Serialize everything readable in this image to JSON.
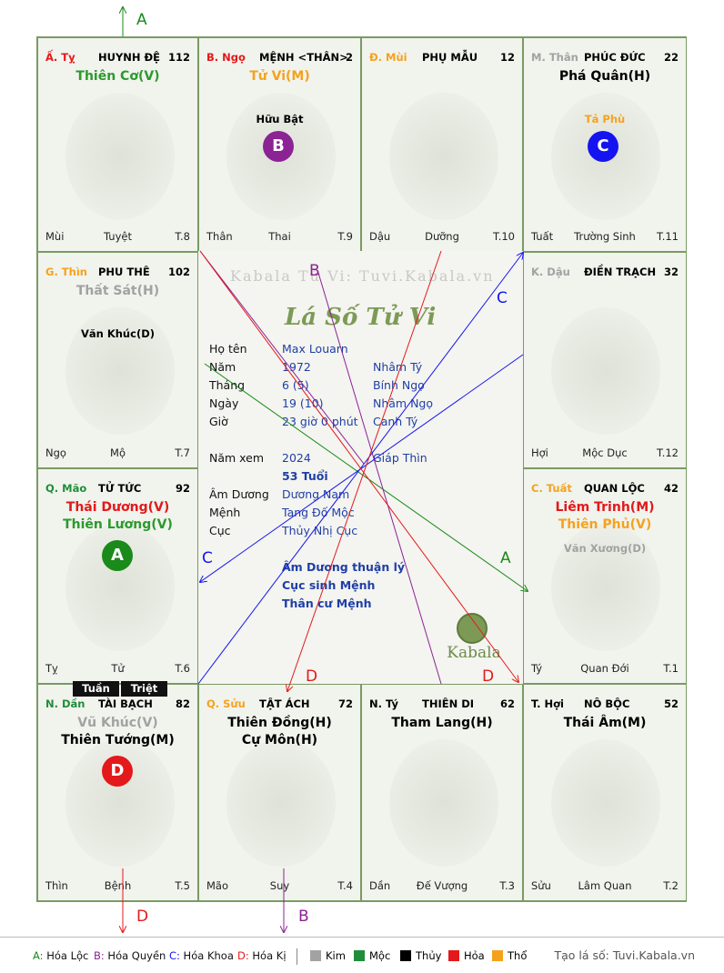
{
  "app": {
    "watermark": "Kabala Tử Vi: Tuvi.Kabala.vn",
    "title": "Lá Số Tử Vi",
    "logo_text": "Kabala"
  },
  "palace_colors": {
    "Ất Tỵ": "#e3191b",
    "Bính Ngọ": "#e3191b",
    "Đinh Mùi": "#f4a21e",
    "Mậu Thân": "#a2a2a2",
    "Giáp Thìn": "#f4a21e",
    "Kỷ Dậu": "#a2a2a2",
    "Quý Mão": "#1f8e3b",
    "Canh Tuất": "#f4a21e",
    "Nhâm Dần": "#1f8e3b",
    "Quý Sửu": "#f4a21e",
    "Nhâm Tý": "#000000",
    "Tân Hợi": "#000000"
  },
  "palaces": [
    {
      "id": "ty",
      "can": "Ấ. Tỵ",
      "can_color": "#e3191b",
      "palace": "HUYNH ĐỆ",
      "num": "112",
      "stars": [
        {
          "text": "Thiên Cơ(V)",
          "color": "#2b9a2d",
          "size": "major"
        }
      ],
      "minor": [],
      "badge": null,
      "bottom": {
        "branch": "Mùi",
        "state": "Tuyệt",
        "age": "T.8"
      }
    },
    {
      "id": "ngo",
      "can": "B. Ngọ",
      "can_color": "#e3191b",
      "palace": "MỆNH <THÂN>",
      "num": "2",
      "stars": [
        {
          "text": "Tử Vi(M)",
          "color": "#f4a21e",
          "size": "major"
        }
      ],
      "minor": [
        {
          "text": "Hữu Bật",
          "color": "#000"
        }
      ],
      "badge": {
        "letter": "B",
        "color": "#8b2394"
      },
      "bottom": {
        "branch": "Thân",
        "state": "Thai",
        "age": "T.9"
      }
    },
    {
      "id": "mui",
      "can": "Đ. Mùi",
      "can_color": "#f4a21e",
      "palace": "PHỤ MẪU",
      "num": "12",
      "stars": [],
      "minor": [],
      "badge": null,
      "bottom": {
        "branch": "Dậu",
        "state": "Dưỡng",
        "age": "T.10"
      }
    },
    {
      "id": "than",
      "can": "M. Thân",
      "can_color": "#a2a2a2",
      "palace": "PHÚC ĐỨC",
      "num": "22",
      "stars": [
        {
          "text": "Phá Quân(H)",
          "color": "#000",
          "size": "major"
        }
      ],
      "minor": [
        {
          "text": "Tả Phù",
          "color": "#f4a21e"
        }
      ],
      "badge": {
        "letter": "C",
        "color": "#1414f0"
      },
      "bottom": {
        "branch": "Tuất",
        "state": "Trường Sinh",
        "age": "T.11"
      }
    },
    {
      "id": "thin",
      "can": "G. Thìn",
      "can_color": "#f4a21e",
      "palace": "PHU THÊ",
      "num": "102",
      "stars": [
        {
          "text": "Thất Sát(H)",
          "color": "#a2a2a2",
          "size": "major"
        }
      ],
      "minor": [
        {
          "text": "Văn Khúc(D)",
          "color": "#000"
        }
      ],
      "badge": null,
      "bottom": {
        "branch": "Ngọ",
        "state": "Mộ",
        "age": "T.7"
      }
    },
    {
      "id": "dau",
      "can": "K. Dậu",
      "can_color": "#a2a2a2",
      "palace": "ĐIỀN TRẠCH",
      "num": "32",
      "stars": [],
      "minor": [],
      "badge": null,
      "bottom": {
        "branch": "Hợi",
        "state": "Mộc Dục",
        "age": "T.12"
      }
    },
    {
      "id": "mao",
      "can": "Q. Mão",
      "can_color": "#1f8e3b",
      "palace": "TỬ TỨC",
      "num": "92",
      "stars": [
        {
          "text": "Thái Dương(V)",
          "color": "#e3191b",
          "size": "major"
        },
        {
          "text": "Thiên Lương(V)",
          "color": "#2b9a2d",
          "size": "major"
        }
      ],
      "minor": [],
      "badge": {
        "letter": "A",
        "color": "#1a8a1a"
      },
      "bottom": {
        "branch": "Tỵ",
        "state": "Tử",
        "age": "T.6"
      }
    },
    {
      "id": "tuat",
      "can": "C. Tuất",
      "can_color": "#f4a21e",
      "palace": "QUAN LỘC",
      "num": "42",
      "stars": [
        {
          "text": "Liêm Trinh(M)",
          "color": "#e3191b",
          "size": "major"
        },
        {
          "text": "Thiên Phủ(V)",
          "color": "#f4a21e",
          "size": "major"
        }
      ],
      "minor": [
        {
          "text": "Văn Xương(D)",
          "color": "#a2a2a2"
        }
      ],
      "badge": null,
      "bottom": {
        "branch": "Tý",
        "state": "Quan Đới",
        "age": "T.1"
      }
    },
    {
      "id": "dan",
      "can": "N. Dần",
      "can_color": "#1f8e3b",
      "palace": "TÀI BẠCH",
      "num": "82",
      "stars": [
        {
          "text": "Vũ Khúc(V)",
          "color": "#a2a2a2",
          "size": "major"
        },
        {
          "text": "Thiên Tướng(M)",
          "color": "#000",
          "size": "major"
        }
      ],
      "minor": [],
      "badge": {
        "letter": "D",
        "color": "#e3191b"
      },
      "bottom": {
        "branch": "Thìn",
        "state": "Bệnh",
        "age": "T.5"
      }
    },
    {
      "id": "suu",
      "can": "Q. Sửu",
      "can_color": "#f4a21e",
      "palace": "TẬT ÁCH",
      "num": "72",
      "stars": [
        {
          "text": "Thiên Đồng(H)",
          "color": "#000",
          "size": "major"
        },
        {
          "text": "Cự Môn(H)",
          "color": "#000",
          "size": "major"
        }
      ],
      "minor": [],
      "badge": null,
      "bottom": {
        "branch": "Mão",
        "state": "Suy",
        "age": "T.4"
      }
    },
    {
      "id": "ty2",
      "can": "N. Tý",
      "can_color": "#000000",
      "palace": "THIÊN DI",
      "num": "62",
      "stars": [
        {
          "text": "Tham Lang(H)",
          "color": "#000",
          "size": "major"
        }
      ],
      "minor": [],
      "badge": null,
      "bottom": {
        "branch": "Dần",
        "state": "Đế Vượng",
        "age": "T.3"
      }
    },
    {
      "id": "hoi",
      "can": "T. Hợi",
      "can_color": "#000000",
      "palace": "NÔ BỘC",
      "num": "52",
      "stars": [
        {
          "text": "Thái Âm(M)",
          "color": "#000",
          "size": "major"
        }
      ],
      "minor": [],
      "badge": null,
      "bottom": {
        "branch": "Sửu",
        "state": "Lâm Quan",
        "age": "T.2"
      }
    }
  ],
  "info": {
    "rows": [
      {
        "label": "Họ tên",
        "v1": "Max Louarn",
        "v2": ""
      },
      {
        "label": "Năm",
        "v1": "1972",
        "v2": "Nhâm Tý"
      },
      {
        "label": "Tháng",
        "v1": "6  (5)",
        "v2": "Bính Ngọ"
      },
      {
        "label": "Ngày",
        "v1": "19  (10)",
        "v2": "Nhâm Ngọ"
      },
      {
        "label": "Giờ",
        "v1": "23 giờ 0 phút",
        "v2": "Canh Tý"
      },
      {
        "label": "Năm xem",
        "v1": "2024",
        "v2": "Giáp Thìn"
      },
      {
        "label": "",
        "v1": "53 Tuổi",
        "v2": ""
      },
      {
        "label": "Âm Dương",
        "v1": "Dương Nam",
        "v2": ""
      },
      {
        "label": "Mệnh",
        "v1": "Tang Đố Mộc",
        "v2": ""
      },
      {
        "label": "Cục",
        "v1": "Thủy Nhị Cục",
        "v2": ""
      }
    ],
    "notes": [
      "Âm Dương thuận lý",
      "Cục sinh Mệnh",
      "Thân cư Mệnh"
    ]
  },
  "tuan_triet": {
    "tuan": "Tuần",
    "triet": "Triệt"
  },
  "labels": {
    "A": "A",
    "B": "B",
    "C": "C",
    "D": "D"
  },
  "legend": {
    "items": [
      {
        "key": "A:",
        "text": " Hóa Lộc",
        "color": "#1a8a1a"
      },
      {
        "key": "B:",
        "text": " Hóa Quyền",
        "color": "#8b2394"
      },
      {
        "key": "C:",
        "text": " Hóa Khoa",
        "color": "#1414f0"
      },
      {
        "key": "D:",
        "text": " Hóa Kị",
        "color": "#e3191b"
      }
    ],
    "elements": [
      {
        "name": "Kim",
        "color": "#a2a2a2"
      },
      {
        "name": "Mộc",
        "color": "#1f8e3b"
      },
      {
        "name": "Thủy",
        "color": "#000000"
      },
      {
        "name": "Hỏa",
        "color": "#e3191b"
      },
      {
        "name": "Thổ",
        "color": "#f4a21e"
      }
    ],
    "site": "Tạo lá số: Tuvi.Kabala.vn"
  }
}
